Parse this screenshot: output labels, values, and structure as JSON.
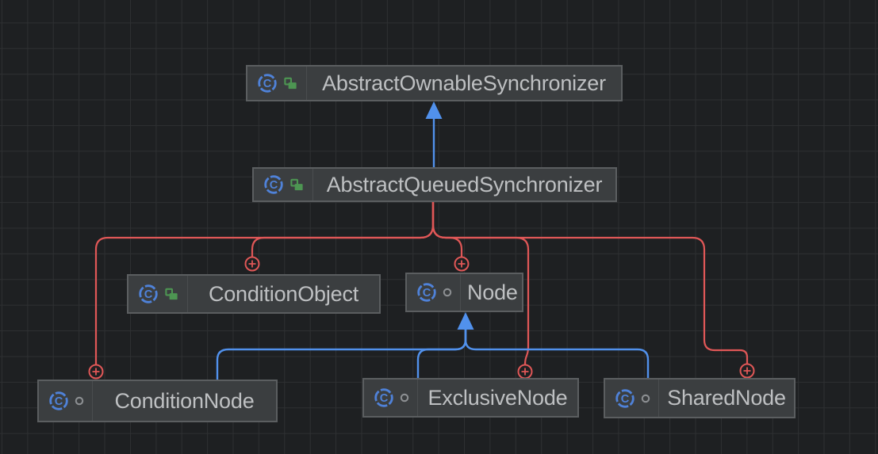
{
  "diagram": {
    "type": "uml-class-diagram",
    "class_icon_letter": "C",
    "nodes": [
      {
        "name": "AbstractOwnableSynchronizer",
        "kind": "class",
        "visibility": "public"
      },
      {
        "name": "AbstractQueuedSynchronizer",
        "kind": "class",
        "visibility": "public"
      },
      {
        "name": "ConditionObject",
        "kind": "class",
        "visibility": "public"
      },
      {
        "name": "Node",
        "kind": "class",
        "visibility": "package-private"
      },
      {
        "name": "ConditionNode",
        "kind": "class",
        "visibility": "package-private"
      },
      {
        "name": "ExclusiveNode",
        "kind": "class",
        "visibility": "package-private"
      },
      {
        "name": "SharedNode",
        "kind": "class",
        "visibility": "package-private"
      }
    ],
    "edges": [
      {
        "from": "AbstractQueuedSynchronizer",
        "to": "AbstractOwnableSynchronizer",
        "type": "inheritance"
      },
      {
        "from": "AbstractQueuedSynchronizer",
        "to": "ConditionObject",
        "type": "inner-class"
      },
      {
        "from": "AbstractQueuedSynchronizer",
        "to": "Node",
        "type": "inner-class"
      },
      {
        "from": "AbstractQueuedSynchronizer",
        "to": "ConditionNode",
        "type": "inner-class"
      },
      {
        "from": "AbstractQueuedSynchronizer",
        "to": "ExclusiveNode",
        "type": "inner-class"
      },
      {
        "from": "AbstractQueuedSynchronizer",
        "to": "SharedNode",
        "type": "inner-class"
      },
      {
        "from": "ConditionNode",
        "to": "Node",
        "type": "inheritance"
      },
      {
        "from": "ExclusiveNode",
        "to": "Node",
        "type": "inheritance"
      },
      {
        "from": "SharedNode",
        "to": "Node",
        "type": "inheritance"
      }
    ],
    "colors": {
      "background": "#1e2022",
      "grid": "#2e3032",
      "node_fill": "#3b3e40",
      "node_border": "#5b5e60",
      "node_separator": "#4a4d4f",
      "text": "#bec0c2",
      "edge_inheritance": "#5191ec",
      "edge_inner_class": "#e05757",
      "class_icon": "#4f82d9",
      "visibility_public": "#4d9552",
      "visibility_package": "#8c8f92"
    }
  }
}
